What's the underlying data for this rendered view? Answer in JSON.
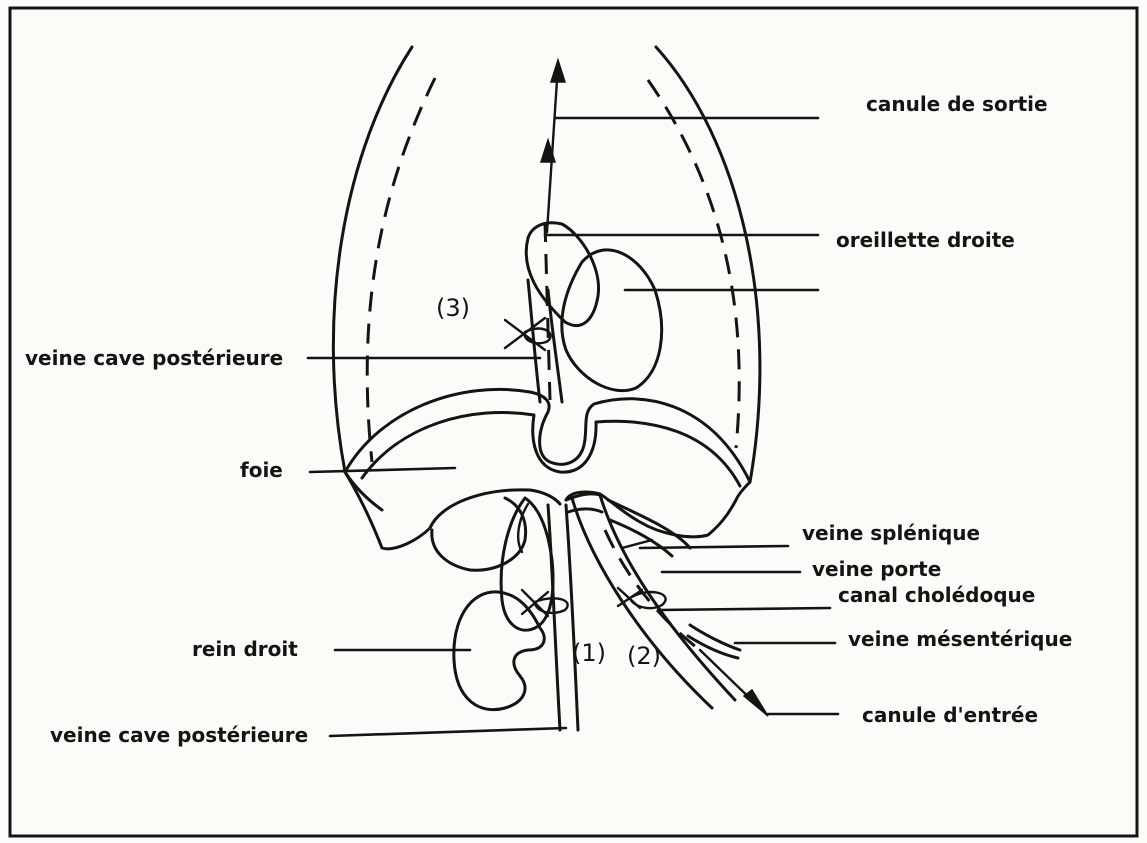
{
  "labels": {
    "canule_de_sortie": "canule de sortie",
    "oreillette_droite": "oreillette droite",
    "veine_cave_posterieure_haut": "veine cave postérieure",
    "foie": "foie",
    "veine_splenique": "veine splénique",
    "veine_porte": "veine porte",
    "canal_choledoque": "canal cholédoque",
    "rein_droit": "rein droit",
    "veine_mesenterique": "veine mésentérique",
    "canule_d_entree": "canule d'entrée",
    "veine_cave_posterieure_bas": "veine cave postérieure"
  },
  "markers": {
    "m1": "(1)",
    "m2": "(2)",
    "m3": "(3)"
  }
}
